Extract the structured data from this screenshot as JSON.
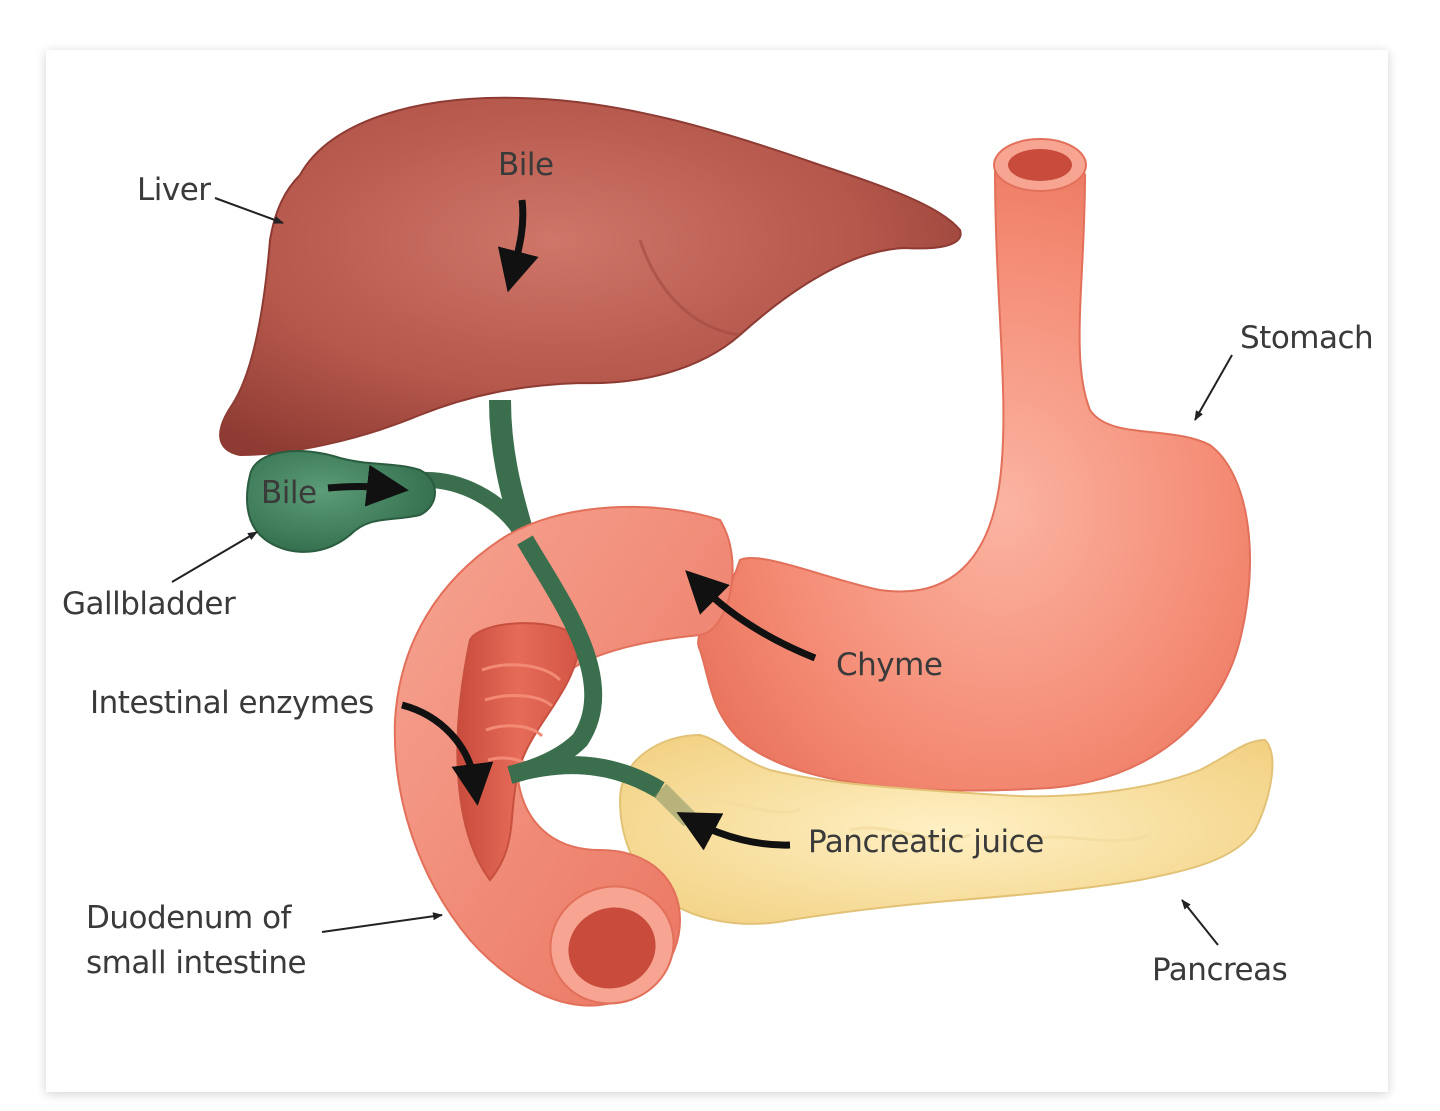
{
  "labels": {
    "liver": "Liver",
    "bile_top": "Bile",
    "bile_gallbladder": "Bile",
    "gallbladder": "Gallbladder",
    "stomach": "Stomach",
    "chyme": "Chyme",
    "intestinal_enzymes": "Intestinal enzymes",
    "pancreatic_juice": "Pancreatic juice",
    "duodenum_line1": "Duodenum of",
    "duodenum_line2": "small intestine",
    "pancreas": "Pancreas"
  },
  "colors": {
    "liver": "#b5574b",
    "liver_dark": "#8e3b33",
    "gallbladder": "#3f7d5c",
    "duct": "#3a6e4d",
    "stomach": "#f0826c",
    "stomach_light": "#f7a592",
    "duodenum": "#ef8a74",
    "pancreas": "#f6dc98",
    "arrow": "#111111",
    "label_text": "#3a3a3a"
  }
}
